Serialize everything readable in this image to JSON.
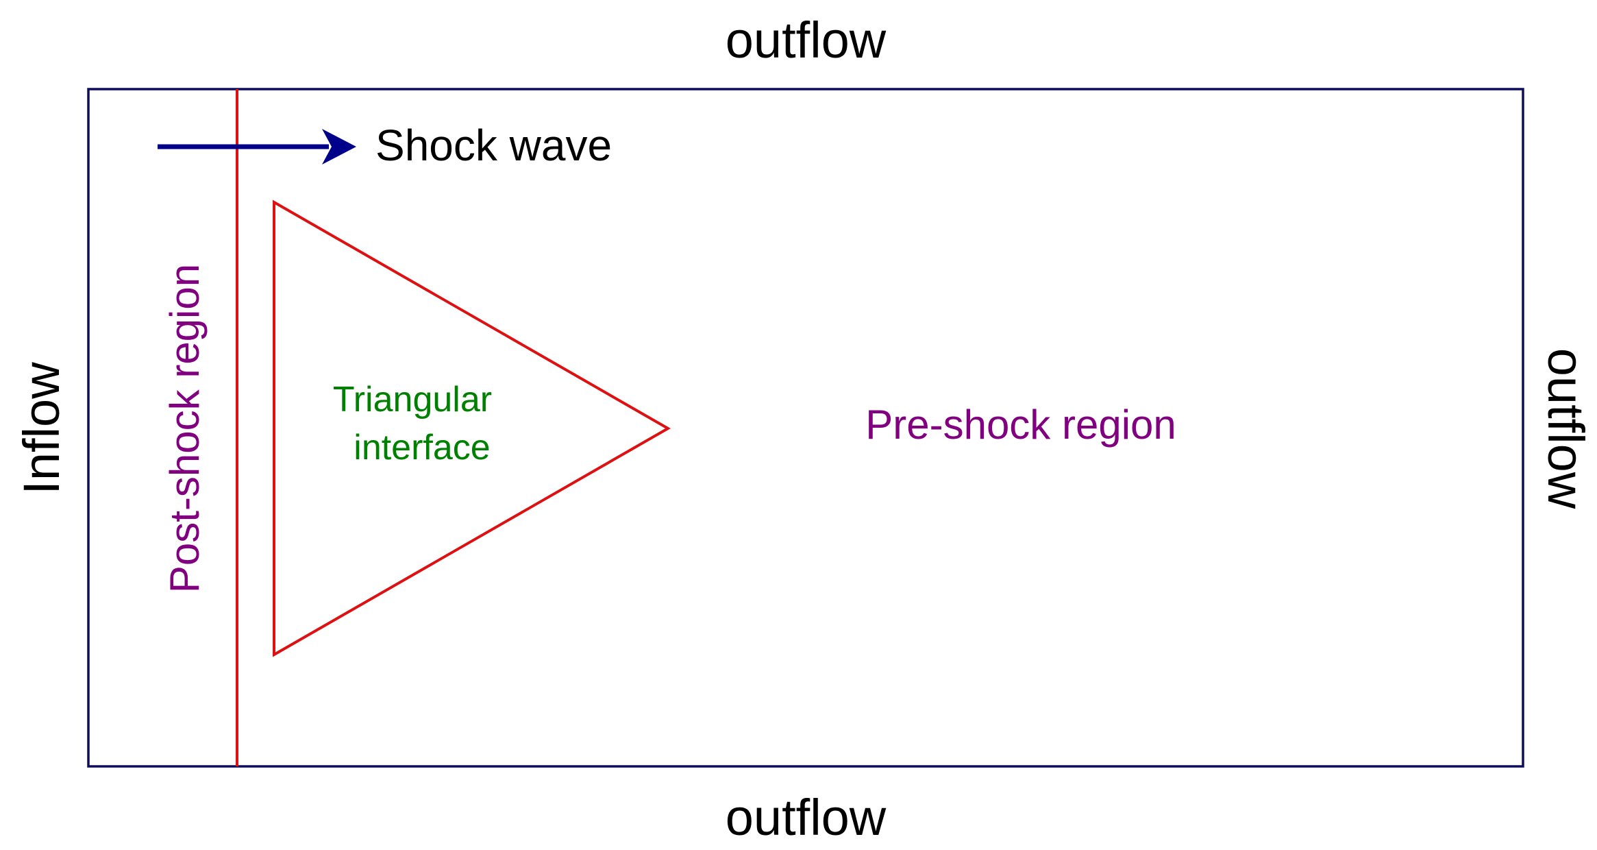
{
  "diagram": {
    "boundaries": {
      "top": "outflow",
      "bottom": "outflow",
      "left": "Inflow",
      "right": "outflow"
    },
    "shock_wave": {
      "label": "Shock wave"
    },
    "regions": {
      "post_shock": "Post-shock region",
      "pre_shock": "Pre-shock region"
    },
    "interface": {
      "line1": "Triangular",
      "line2": "interface"
    },
    "colors": {
      "domain_border": "#0d0d5c",
      "shock_line": "#dd1111",
      "arrow": "#00008b",
      "region_text": "#800080",
      "interface_text": "#008000",
      "boundary_text": "#000000"
    }
  }
}
